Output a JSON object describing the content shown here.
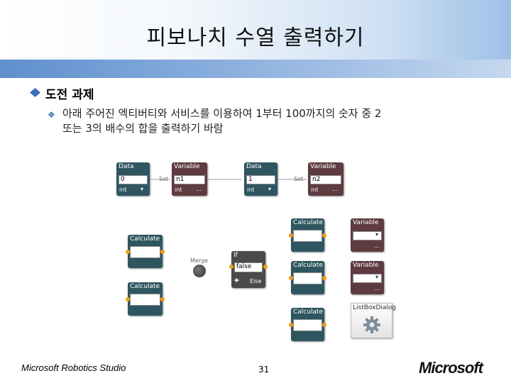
{
  "slide": {
    "title": "피보나치 수열 출력하기",
    "bullet1": "도전 과제",
    "bullet2_line1": "아래 주어진 엑티버티와 서비스를 이용하여 1부터 100까지의 숫자 중 2",
    "bullet2_line2": "또는 3의 배수의 합을 출력하기 바람"
  },
  "diagram": {
    "data1": {
      "title": "Data",
      "value": "0",
      "type": "int"
    },
    "var1": {
      "title": "Variable",
      "value": "n1",
      "type": "int"
    },
    "set1": "Set",
    "data2": {
      "title": "Data",
      "value": "1",
      "type": "int"
    },
    "var2": {
      "title": "Variable",
      "value": "n2",
      "type": "int"
    },
    "set2": "Set",
    "calc_left_top": "Calculate",
    "calc_left_bottom": "Calculate",
    "merge": "Merge",
    "if_node": {
      "title": "If",
      "value": "false",
      "else": "Else"
    },
    "calc_right_1": "Calculate",
    "calc_right_2": "Calculate",
    "calc_right_3": "Calculate",
    "var_right_1": "Variable",
    "var_right_2": "Variable",
    "listbox": "ListBoxDialog",
    "ellipsis": "..."
  },
  "footer": {
    "left": "Microsoft Robotics Studio",
    "page": "31",
    "logo": "Microsoft"
  },
  "colors": {
    "data_node": "#2e5660",
    "variable_node": "#5e3b40",
    "port": "#f39c12",
    "bullet": "#3b6fb6"
  }
}
